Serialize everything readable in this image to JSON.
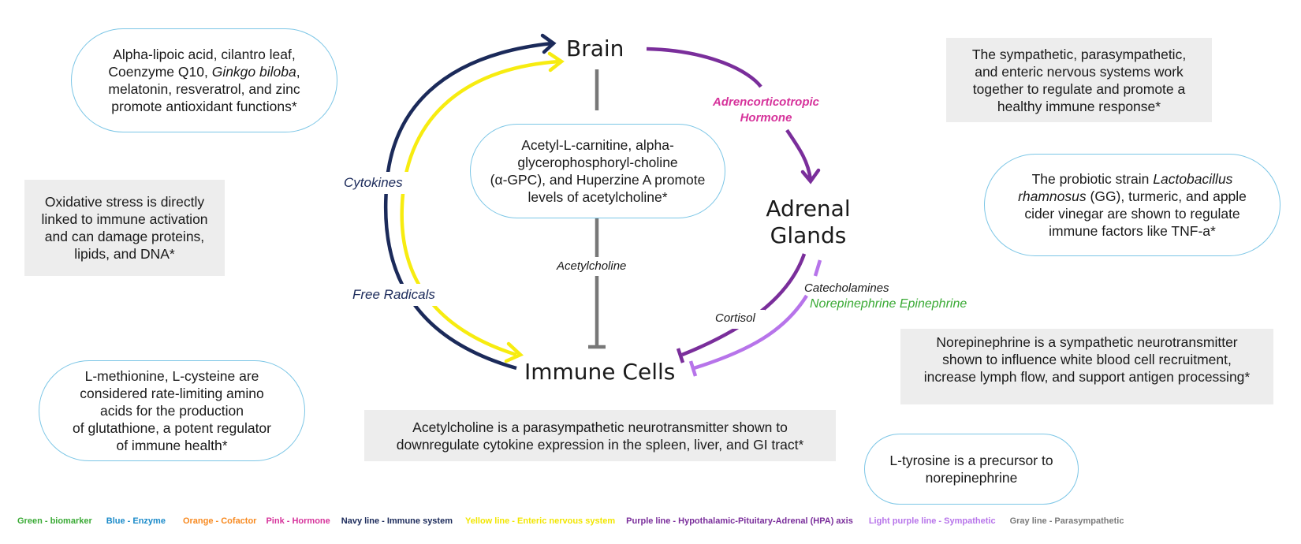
{
  "nodes": {
    "brain": "Brain",
    "adrenal_line1": "Adrenal",
    "adrenal_line2": "Glands",
    "immune": "Immune Cells"
  },
  "pathway_labels": {
    "cytokines": "Cytokines",
    "free_radicals": "Free Radicals",
    "acth_line1": "Adrencorticotropic",
    "acth_line2": "Hormone",
    "acetylcholine": "Acetylcholine",
    "catecholamines": "Catecholamines",
    "norepi_epi": "Norepinephrine Epinephrine",
    "cortisol": "Cortisol"
  },
  "pills": {
    "antioxidants": {
      "l1": "Alpha-lipoic acid, cilantro leaf,",
      "l2a": "Coenzyme Q10, ",
      "l2b": "Ginkgo biloba",
      "l2c": ",",
      "l3": "melatonin, resveratrol, and zinc",
      "l4": "promote antioxidant functions*"
    },
    "acetylcholine_support": {
      "l1": "Acetyl-L-carnitine, alpha-",
      "l2": "glycerophosphoryl-choline",
      "l3a": "(α-GPC), and Huperzine A promote",
      "l4": "levels of acetylcholine*"
    },
    "glutathione": {
      "l1": "L-methionine, L-cysteine are",
      "l2": "considered rate-limiting amino",
      "l3": "acids for the production",
      "l4": "of glutathione, a potent regulator",
      "l5": "of immune health*"
    },
    "probiotic": {
      "l1a": "The probiotic strain ",
      "l1b": "Lactobacillus",
      "l2a": "rhamnosus",
      "l2b": " (GG), turmeric, and apple",
      "l3": "cider vinegar are shown to regulate",
      "l4": "immune factors like TNF-a*"
    },
    "tyrosine": {
      "l1": "L-tyrosine is a precursor to",
      "l2": "norepinephrine"
    }
  },
  "boxes": {
    "nervous_systems": {
      "l1": "The sympathetic, parasympathetic,",
      "l2": "and enteric nervous systems work",
      "l3": "together to regulate and promote a",
      "l4": "healthy immune response*"
    },
    "oxidative": {
      "l1": "Oxidative stress is directly",
      "l2": "linked to immune activation",
      "l3": "and can damage proteins,",
      "l4": "lipids, and DNA*"
    },
    "norepinephrine": {
      "l1": "Norepinephrine is a sympathetic neurotransmitter",
      "l2": "shown to influence white blood cell recruitment,",
      "l3": "increase lymph flow, and support antigen processing*"
    },
    "acetylcholine": {
      "l1": "Acetylcholine is a parasympathetic neurotransmitter shown to",
      "l2": "downregulate cytokine expression in the spleen, liver, and GI tract*"
    }
  },
  "legend": [
    {
      "label": "Green - biomarker",
      "color": "#3aaa35"
    },
    {
      "label": "Blue - Enzyme",
      "color": "#1a8ac9"
    },
    {
      "label": "Orange - Cofactor",
      "color": "#f7891f"
    },
    {
      "label": "Pink - Hormone",
      "color": "#d6339b"
    },
    {
      "label": "Navy line - Immune system",
      "color": "#1b2a5a"
    },
    {
      "label": "Yellow line - Enteric nervous system",
      "color": "#f2e600"
    },
    {
      "label": "Purple line - Hypothalamic-Pituitary-Adrenal (HPA) axis",
      "color": "#7a2e9b"
    },
    {
      "label": "Light purple line - Sympathetic",
      "color": "#b774ea"
    },
    {
      "label": "Gray line - Parasympathetic",
      "color": "#7a7a7a"
    }
  ],
  "colors": {
    "navy": "#1b2a5a",
    "yellow": "#f7ec10",
    "purple": "#7a2e9b",
    "light_purple": "#b774ea",
    "gray": "#777777",
    "pink": "#d6339b",
    "green": "#3aaa35",
    "pill_border": "#7cc6e6",
    "box_bg": "#ededed"
  }
}
